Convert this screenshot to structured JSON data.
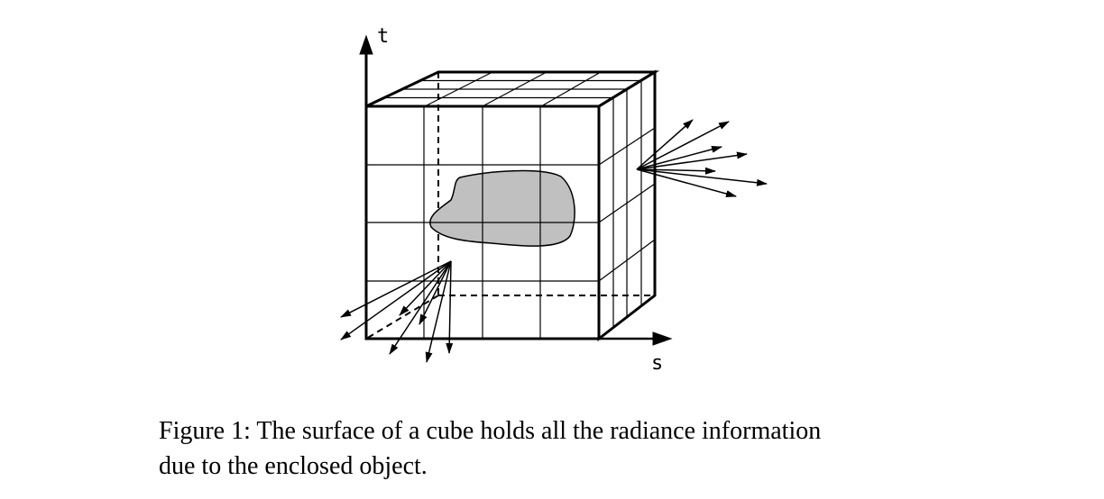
{
  "diagram": {
    "axis_t_label": "t",
    "axis_s_label": "s"
  },
  "caption": {
    "line1": "Figure 1:  The surface of a cube holds all the radiance information",
    "line2": "due to the enclosed object."
  },
  "colors": {
    "stroke": "#000000",
    "object_fill": "#c0c0c0"
  }
}
